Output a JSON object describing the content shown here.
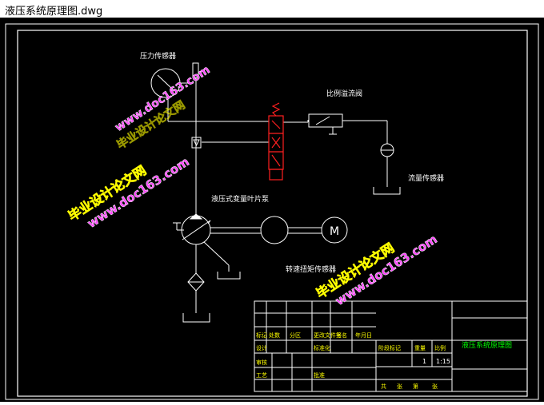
{
  "window": {
    "title": "液压系统原理图.dwg"
  },
  "drawing": {
    "labels": {
      "pressure_sensor": "压力传感器",
      "proportional_valve": "比例溢流阀",
      "flow_sensor": "流量传感器",
      "pump": "液压式变量叶片泵",
      "speed_torque_sensor": "转速扭矩传感器",
      "motor": "M"
    },
    "title_block": {
      "drawing_name": "液压系统原理图",
      "scale": "1:15",
      "col_marks": "标记",
      "col_count": "处数",
      "col_zone": "分区",
      "col_change_no": "更改文件号",
      "col_sign": "签名",
      "col_date": "年月日",
      "row_design": "设计",
      "row_standard": "标准化",
      "row_check": "审核",
      "row_process": "工艺",
      "row_approve": "批准",
      "stage_mark": "阶段标记",
      "weight": "重量",
      "scale_label": "比例",
      "sheets_total": "共",
      "sheet": "张",
      "sheet_no": "第",
      "sheet_no_unit": "张",
      "quantity": "1"
    },
    "watermarks": [
      {
        "line1": "毕业设计论文网",
        "line2": "www.doc163.com"
      },
      {
        "line1": "毕业设计论文网",
        "line2": "www.doc163.com"
      },
      {
        "line1": "毕业设计论文网",
        "line2": "www.doc163.com"
      }
    ]
  },
  "colors": {
    "background": "#000000",
    "lines": "#ffffff",
    "frame": "#ffffff",
    "valve": "#ff2020",
    "annotation": "#ffffff",
    "title_text": "#ffff00",
    "title_green": "#00ff00",
    "watermark_red": "#ff2020",
    "watermark_magenta": "#ff40ff"
  }
}
